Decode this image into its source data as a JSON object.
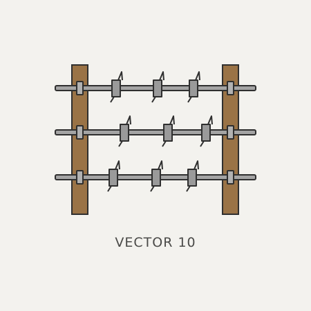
{
  "caption": "VECTOR 10",
  "colors": {
    "background": "#f3f2ee",
    "post_fill": "#9a7346",
    "outline": "#2f2f2f",
    "wire_fill": "#a4a4a4",
    "barb_fill": "#9a9a9a",
    "caption_text": "#4a4a48"
  },
  "illustration": {
    "subject": "barbed-wire-fence",
    "post_count": 2,
    "wire_count": 3,
    "barbs_per_wire": 3
  }
}
